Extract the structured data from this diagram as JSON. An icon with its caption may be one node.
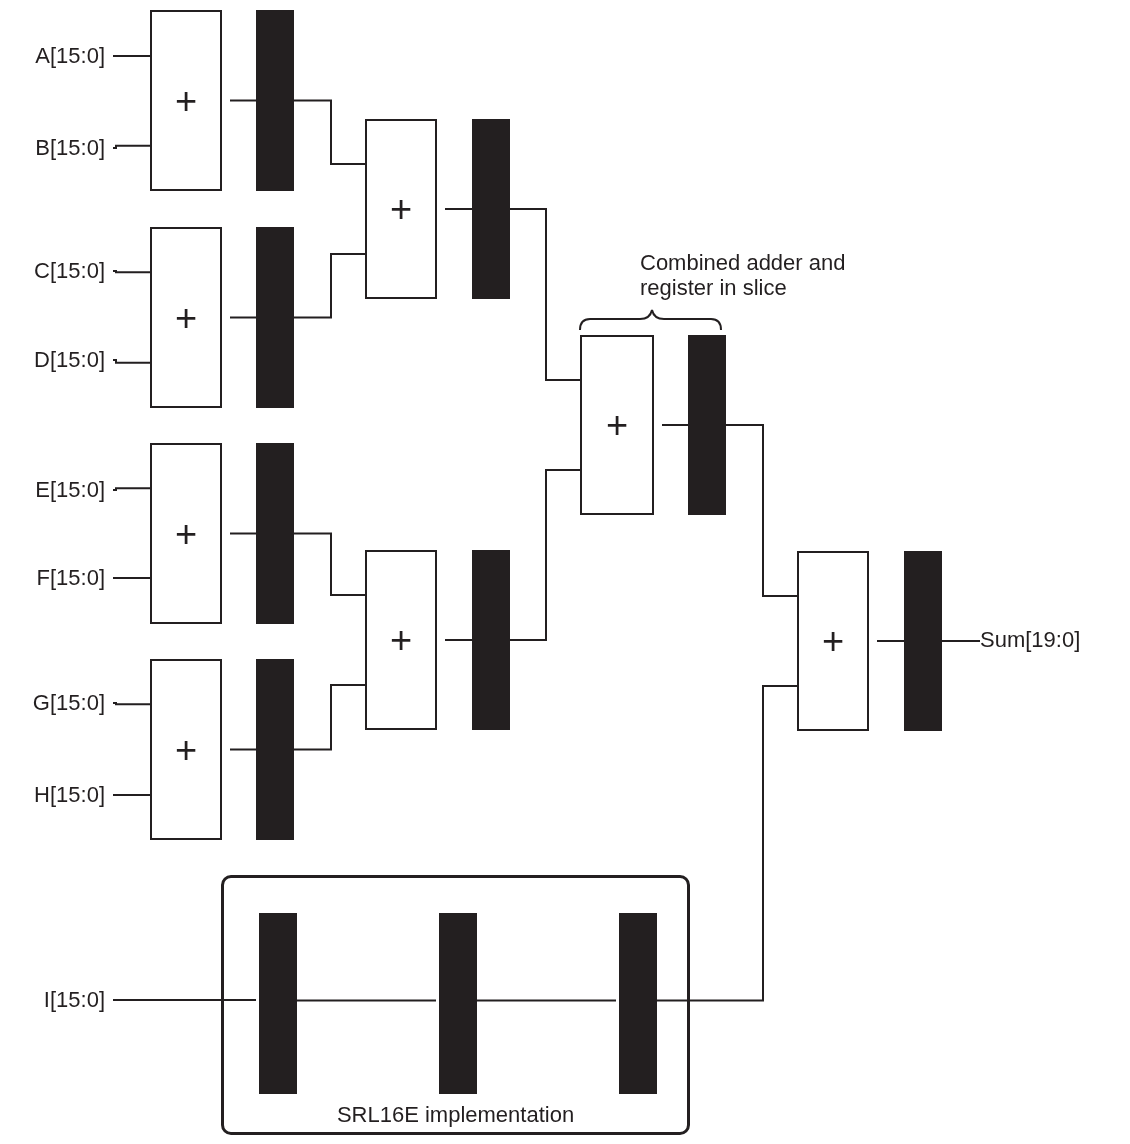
{
  "diagram": {
    "nodes": [
      {
        "text": [
          "A[15:0]"
        ]
      },
      {
        "text": [
          "B[15:0]"
        ]
      },
      {
        "text": [
          "C[15:0]"
        ]
      },
      {
        "text": [
          "D[15:0]"
        ]
      },
      {
        "text": [
          "E[15:0]"
        ]
      },
      {
        "text": [
          "F[15:0]"
        ]
      },
      {
        "text": [
          "G[15:0]"
        ]
      },
      {
        "text": [
          "H[15:0]"
        ]
      },
      {
        "text": [
          "I[15:0]"
        ]
      },
      {
        "text": [
          "+"
        ]
      },
      {
        "text": [
          "+"
        ]
      },
      {
        "text": [
          "+"
        ]
      },
      {
        "text": [
          "+"
        ]
      },
      {
        "text": [],
        "shape": "bar"
      },
      {
        "text": [],
        "shape": "bar"
      },
      {
        "text": [],
        "shape": "bar"
      },
      {
        "text": [],
        "shape": "bar"
      },
      {
        "text": [
          "+"
        ]
      },
      {
        "text": [
          "+"
        ]
      },
      {
        "text": [],
        "shape": "bar"
      },
      {
        "text": [],
        "shape": "bar"
      },
      {
        "text": [
          "+"
        ]
      },
      {
        "text": [],
        "shape": "bar"
      },
      {
        "text": [
          "+"
        ]
      },
      {
        "text": [],
        "shape": "bar"
      },
      {
        "text": [
          "Sum[19:0]"
        ]
      },
      {
        "text": [
          "SRL16E implementation"
        ]
      },
      {
        "text": [],
        "shape": "bar",
        "in": 26
      },
      {
        "text": [],
        "shape": "bar",
        "in": 26
      },
      {
        "text": [],
        "shape": "bar",
        "in": 26
      }
    ],
    "edges": [
      {
        "from": 0,
        "to": 9,
        "arrow": "none"
      },
      {
        "from": 1,
        "to": 9,
        "arrow": "none"
      },
      {
        "from": 9,
        "to": 13,
        "arrow": "none"
      },
      {
        "from": 13,
        "to": 17,
        "arrow": "none"
      },
      {
        "from": 2,
        "to": 10,
        "arrow": "none"
      },
      {
        "from": 3,
        "to": 10,
        "arrow": "none"
      },
      {
        "from": 10,
        "to": 14,
        "arrow": "none"
      },
      {
        "from": 14,
        "to": 17,
        "arrow": "none"
      },
      {
        "from": 17,
        "to": 19,
        "arrow": "none"
      },
      {
        "from": 19,
        "to": 21,
        "arrow": "none"
      },
      {
        "from": 4,
        "to": 11,
        "arrow": "none"
      },
      {
        "from": 5,
        "to": 11,
        "arrow": "none"
      },
      {
        "from": 11,
        "to": 15,
        "arrow": "none"
      },
      {
        "from": 15,
        "to": 18,
        "arrow": "none"
      },
      {
        "from": 6,
        "to": 12,
        "arrow": "none"
      },
      {
        "from": 7,
        "to": 12,
        "arrow": "none"
      },
      {
        "from": 12,
        "to": 16,
        "arrow": "none"
      },
      {
        "from": 16,
        "to": 18,
        "arrow": "none"
      },
      {
        "from": 18,
        "to": 20,
        "arrow": "none"
      },
      {
        "from": 20,
        "to": 21,
        "arrow": "none"
      },
      {
        "from": 21,
        "to": 22,
        "arrow": "none"
      },
      {
        "from": 22,
        "to": 23,
        "arrow": "none"
      },
      {
        "from": 8,
        "to": 27,
        "arrow": "none"
      },
      {
        "from": 27,
        "to": 28,
        "arrow": "none"
      },
      {
        "from": 28,
        "to": 29,
        "arrow": "none"
      },
      {
        "from": 29,
        "to": 23,
        "arrow": "none"
      },
      {
        "from": 23,
        "to": 24,
        "arrow": "none"
      },
      {
        "from": 24,
        "to": 25,
        "arrow": "none"
      }
    ],
    "labels": [
      "Combined adder and register in slice"
    ]
  }
}
